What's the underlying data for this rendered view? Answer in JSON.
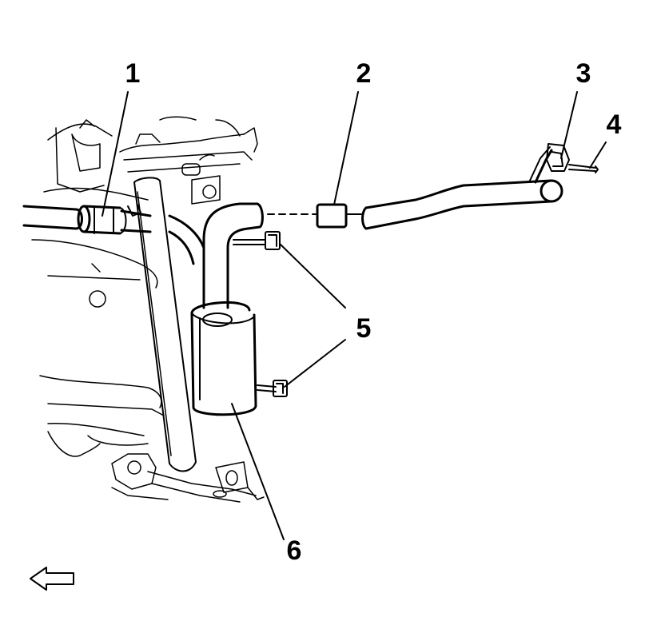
{
  "callouts": {
    "c1": "1",
    "c2": "2",
    "c3": "3",
    "c4": "4",
    "c5": "5",
    "c6": "6"
  },
  "icons": {
    "direction_arrow": "left-arrow-icon"
  },
  "colors": {
    "line": "#000000",
    "background": "#ffffff"
  }
}
